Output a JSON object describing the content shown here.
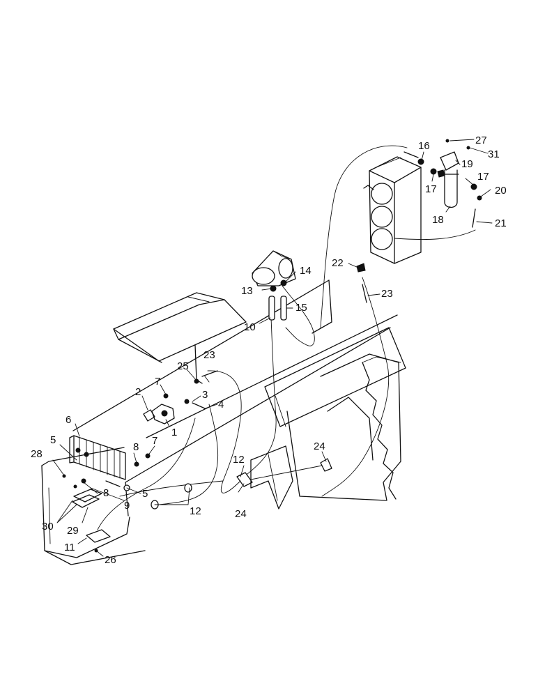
{
  "diagram": {
    "callouts": [
      {
        "id": "c1",
        "text": "1"
      },
      {
        "id": "c2",
        "text": "2"
      },
      {
        "id": "c3",
        "text": "3"
      },
      {
        "id": "c4",
        "text": "4"
      },
      {
        "id": "c5a",
        "text": "5"
      },
      {
        "id": "c5b",
        "text": "5"
      },
      {
        "id": "c6",
        "text": "6"
      },
      {
        "id": "c7a",
        "text": "7"
      },
      {
        "id": "c7b",
        "text": "7"
      },
      {
        "id": "c8a",
        "text": "8"
      },
      {
        "id": "c8b",
        "text": "8"
      },
      {
        "id": "c9",
        "text": "9"
      },
      {
        "id": "c10",
        "text": "10"
      },
      {
        "id": "c11",
        "text": "11"
      },
      {
        "id": "c12a",
        "text": "12"
      },
      {
        "id": "c12b",
        "text": "12"
      },
      {
        "id": "c13",
        "text": "13"
      },
      {
        "id": "c14",
        "text": "14"
      },
      {
        "id": "c15",
        "text": "15"
      },
      {
        "id": "c16",
        "text": "16"
      },
      {
        "id": "c17a",
        "text": "17"
      },
      {
        "id": "c17b",
        "text": "17"
      },
      {
        "id": "c18",
        "text": "18"
      },
      {
        "id": "c19",
        "text": "19"
      },
      {
        "id": "c20",
        "text": "20"
      },
      {
        "id": "c21",
        "text": "21"
      },
      {
        "id": "c22",
        "text": "22"
      },
      {
        "id": "c23a",
        "text": "23"
      },
      {
        "id": "c23b",
        "text": "23"
      },
      {
        "id": "c24a",
        "text": "24"
      },
      {
        "id": "c24b",
        "text": "24"
      },
      {
        "id": "c25",
        "text": "25"
      },
      {
        "id": "c26",
        "text": "26"
      },
      {
        "id": "c27",
        "text": "27"
      },
      {
        "id": "c28",
        "text": "28"
      },
      {
        "id": "c29",
        "text": "29"
      },
      {
        "id": "c30",
        "text": "30"
      },
      {
        "id": "c31",
        "text": "31"
      }
    ]
  }
}
